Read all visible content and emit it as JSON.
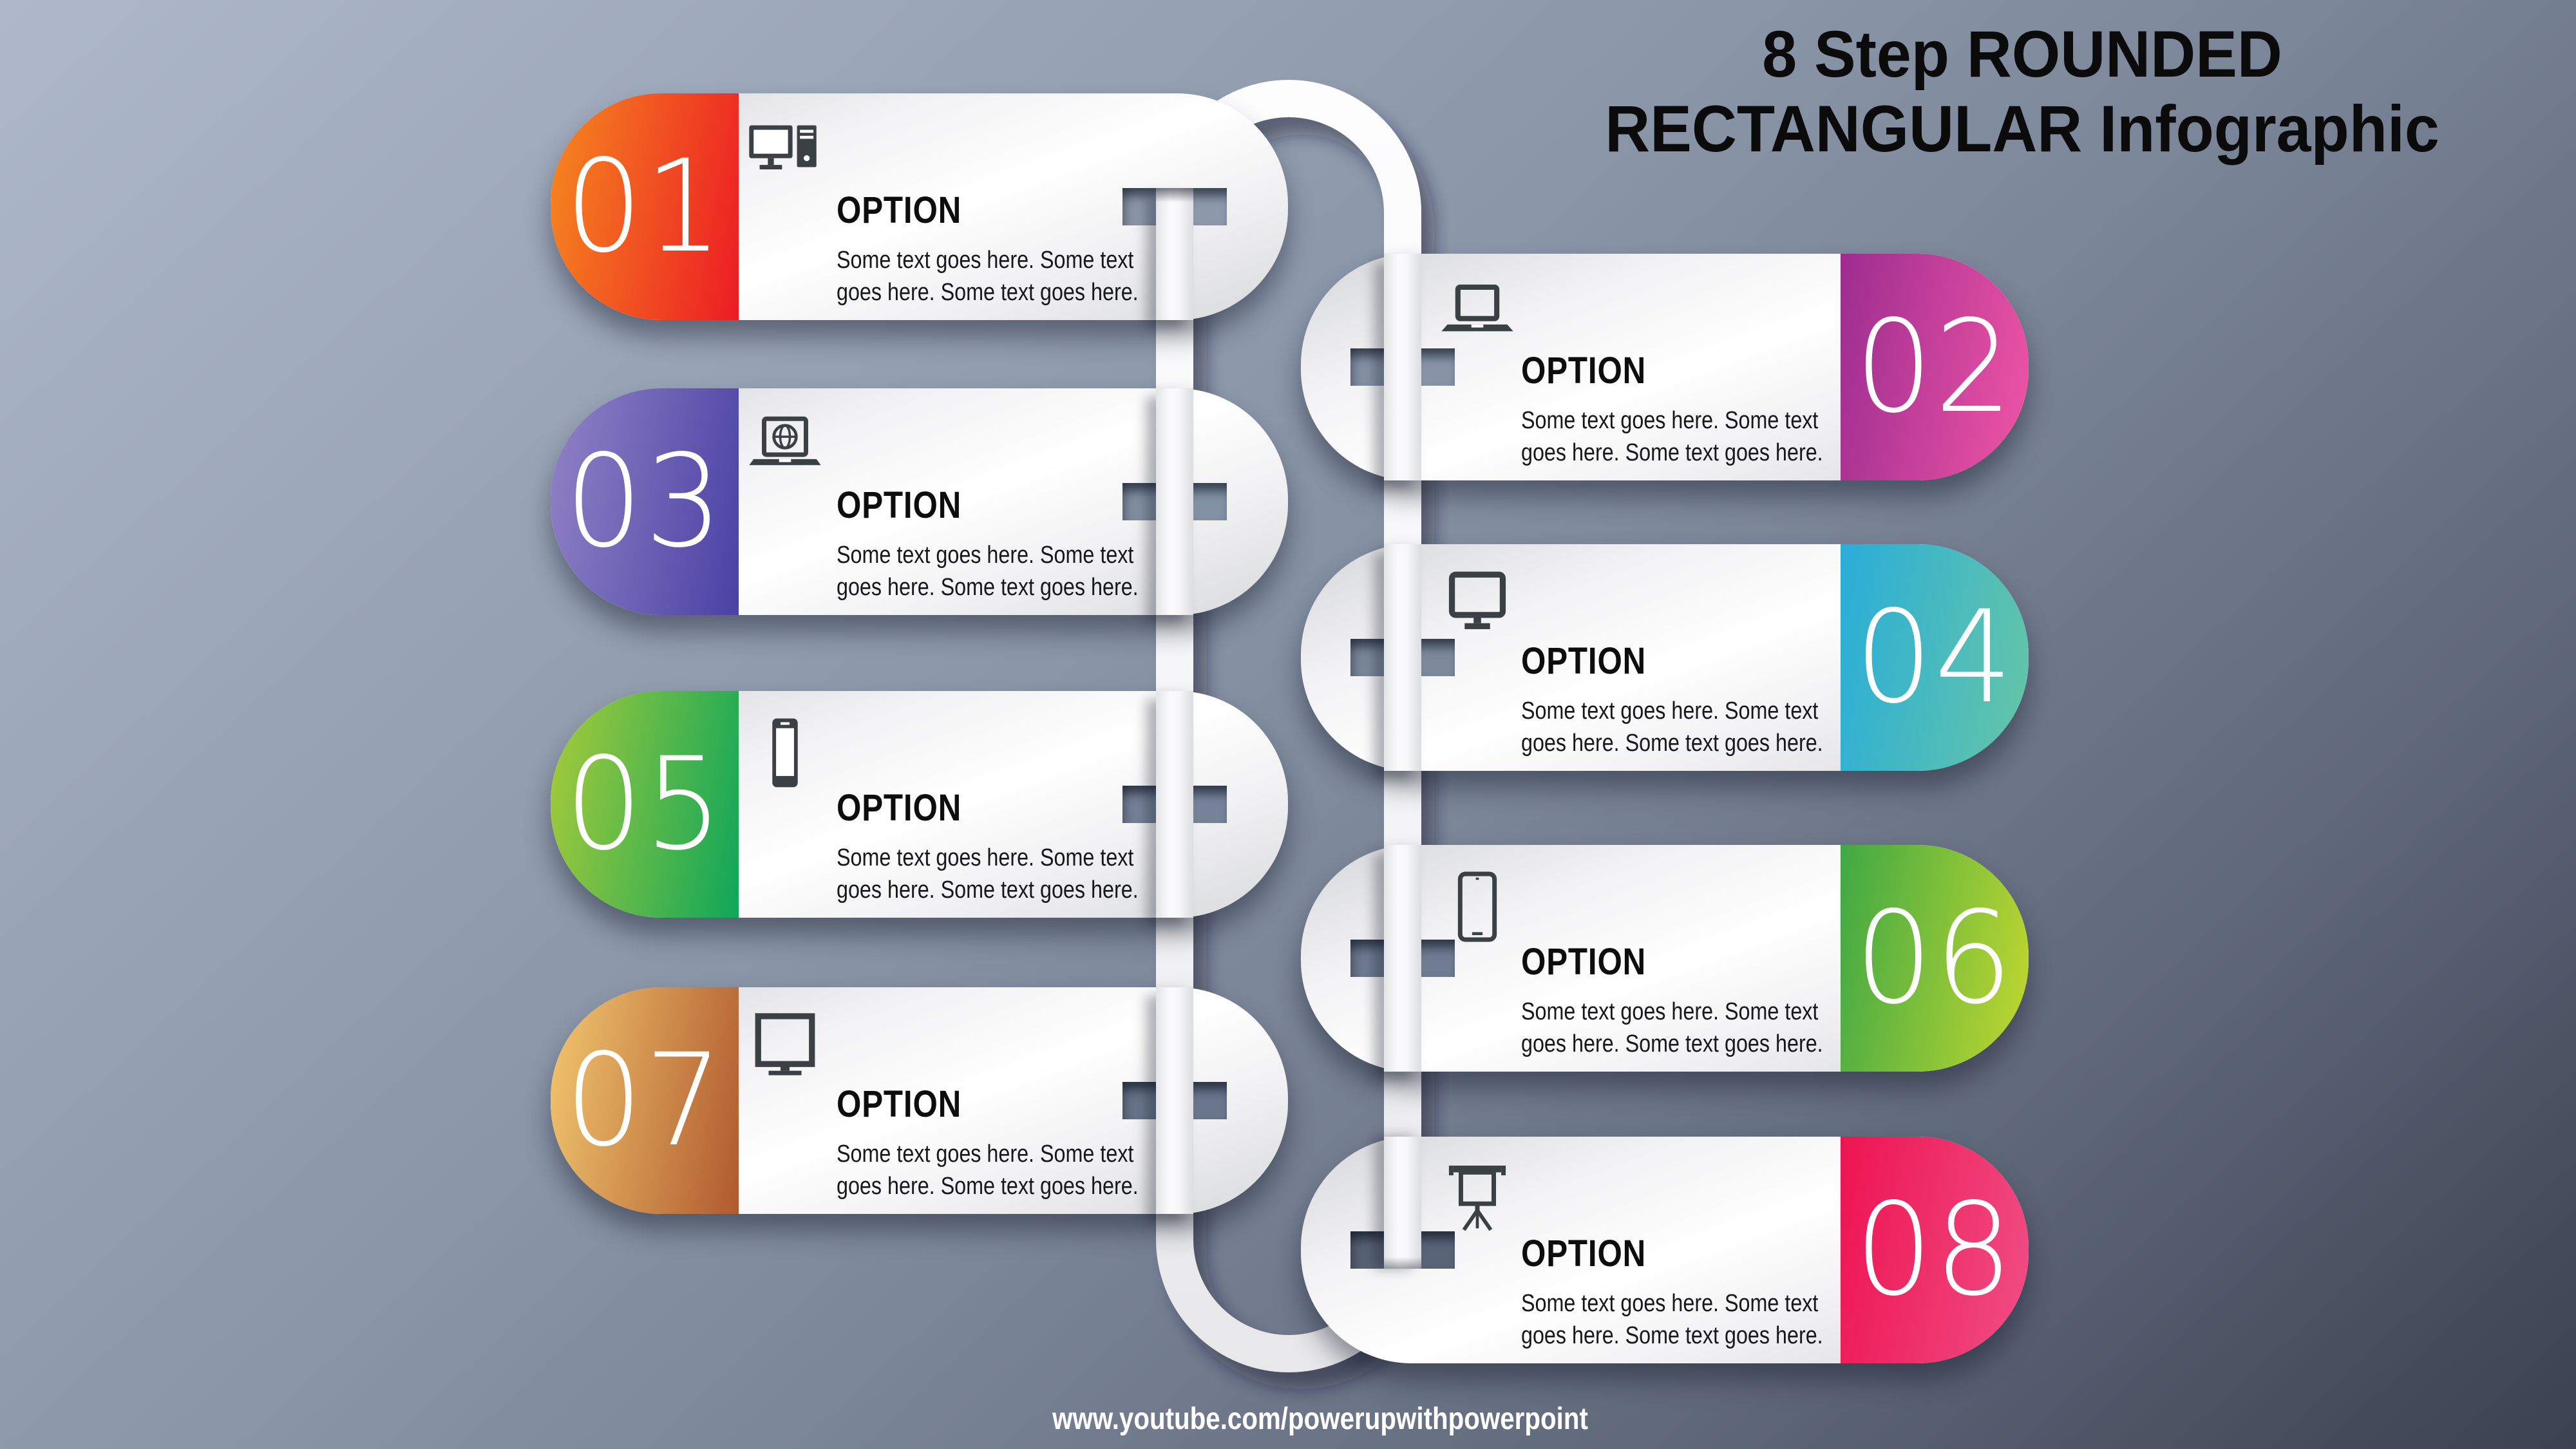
{
  "title": {
    "line1": "8 Step ROUNDED",
    "line2": "RECTANGULAR Infographic"
  },
  "footer": {
    "url": "www.youtube.com/powerupwithpowerpoint"
  },
  "connector": {
    "color": "#f4f4f6"
  },
  "cards": [
    {
      "number": "01",
      "icon": "desktop-computer-icon",
      "heading": "OPTION",
      "body": "Some text goes here. Some text goes here. Some text goes here.",
      "colors": {
        "from": "#f6881f",
        "to": "#ec1c24"
      },
      "slot_color": "#8e99ad"
    },
    {
      "number": "02",
      "icon": "laptop-icon",
      "heading": "OPTION",
      "body": "Some text goes here. Some text goes here. Some text goes here.",
      "colors": {
        "from": "#9c2d90",
        "to": "#f055a5"
      },
      "slot_color": "#8794a8"
    },
    {
      "number": "03",
      "icon": "laptop-globe-icon",
      "heading": "OPTION",
      "body": "Some text goes here. Some text goes here. Some text goes here.",
      "colors": {
        "from": "#9183c6",
        "to": "#4a41a4"
      },
      "slot_color": "#8391a4"
    },
    {
      "number": "04",
      "icon": "monitor-icon",
      "heading": "OPTION",
      "body": "Some text goes here. Some text goes here. Some text goes here.",
      "colors": {
        "from": "#29add9",
        "to": "#66c6a6"
      },
      "slot_color": "#7d8a9d"
    },
    {
      "number": "05",
      "icon": "smartphone-icon",
      "heading": "OPTION",
      "body": "Some text goes here. Some text goes here. Some text goes here.",
      "colors": {
        "from": "#a8cb3a",
        "to": "#0fa65a"
      },
      "slot_color": "#76839a"
    },
    {
      "number": "06",
      "icon": "tablet-icon",
      "heading": "OPTION",
      "body": "Some text goes here. Some text goes here. Some text goes here.",
      "colors": {
        "from": "#3fa845",
        "to": "#c3d82f"
      },
      "slot_color": "#6f7c92"
    },
    {
      "number": "07",
      "icon": "crt-monitor-icon",
      "heading": "OPTION",
      "body": "Some text goes here. Some text goes here. Some text goes here.",
      "colors": {
        "from": "#f2c76f",
        "to": "#b05a2e"
      },
      "slot_color": "#6a768c"
    },
    {
      "number": "08",
      "icon": "projection-screen-icon",
      "heading": "OPTION",
      "body": "Some text goes here. Some text goes here. Some text goes here.",
      "colors": {
        "from": "#ed1450",
        "to": "#f04e86"
      },
      "slot_color": "#5a6478"
    }
  ]
}
